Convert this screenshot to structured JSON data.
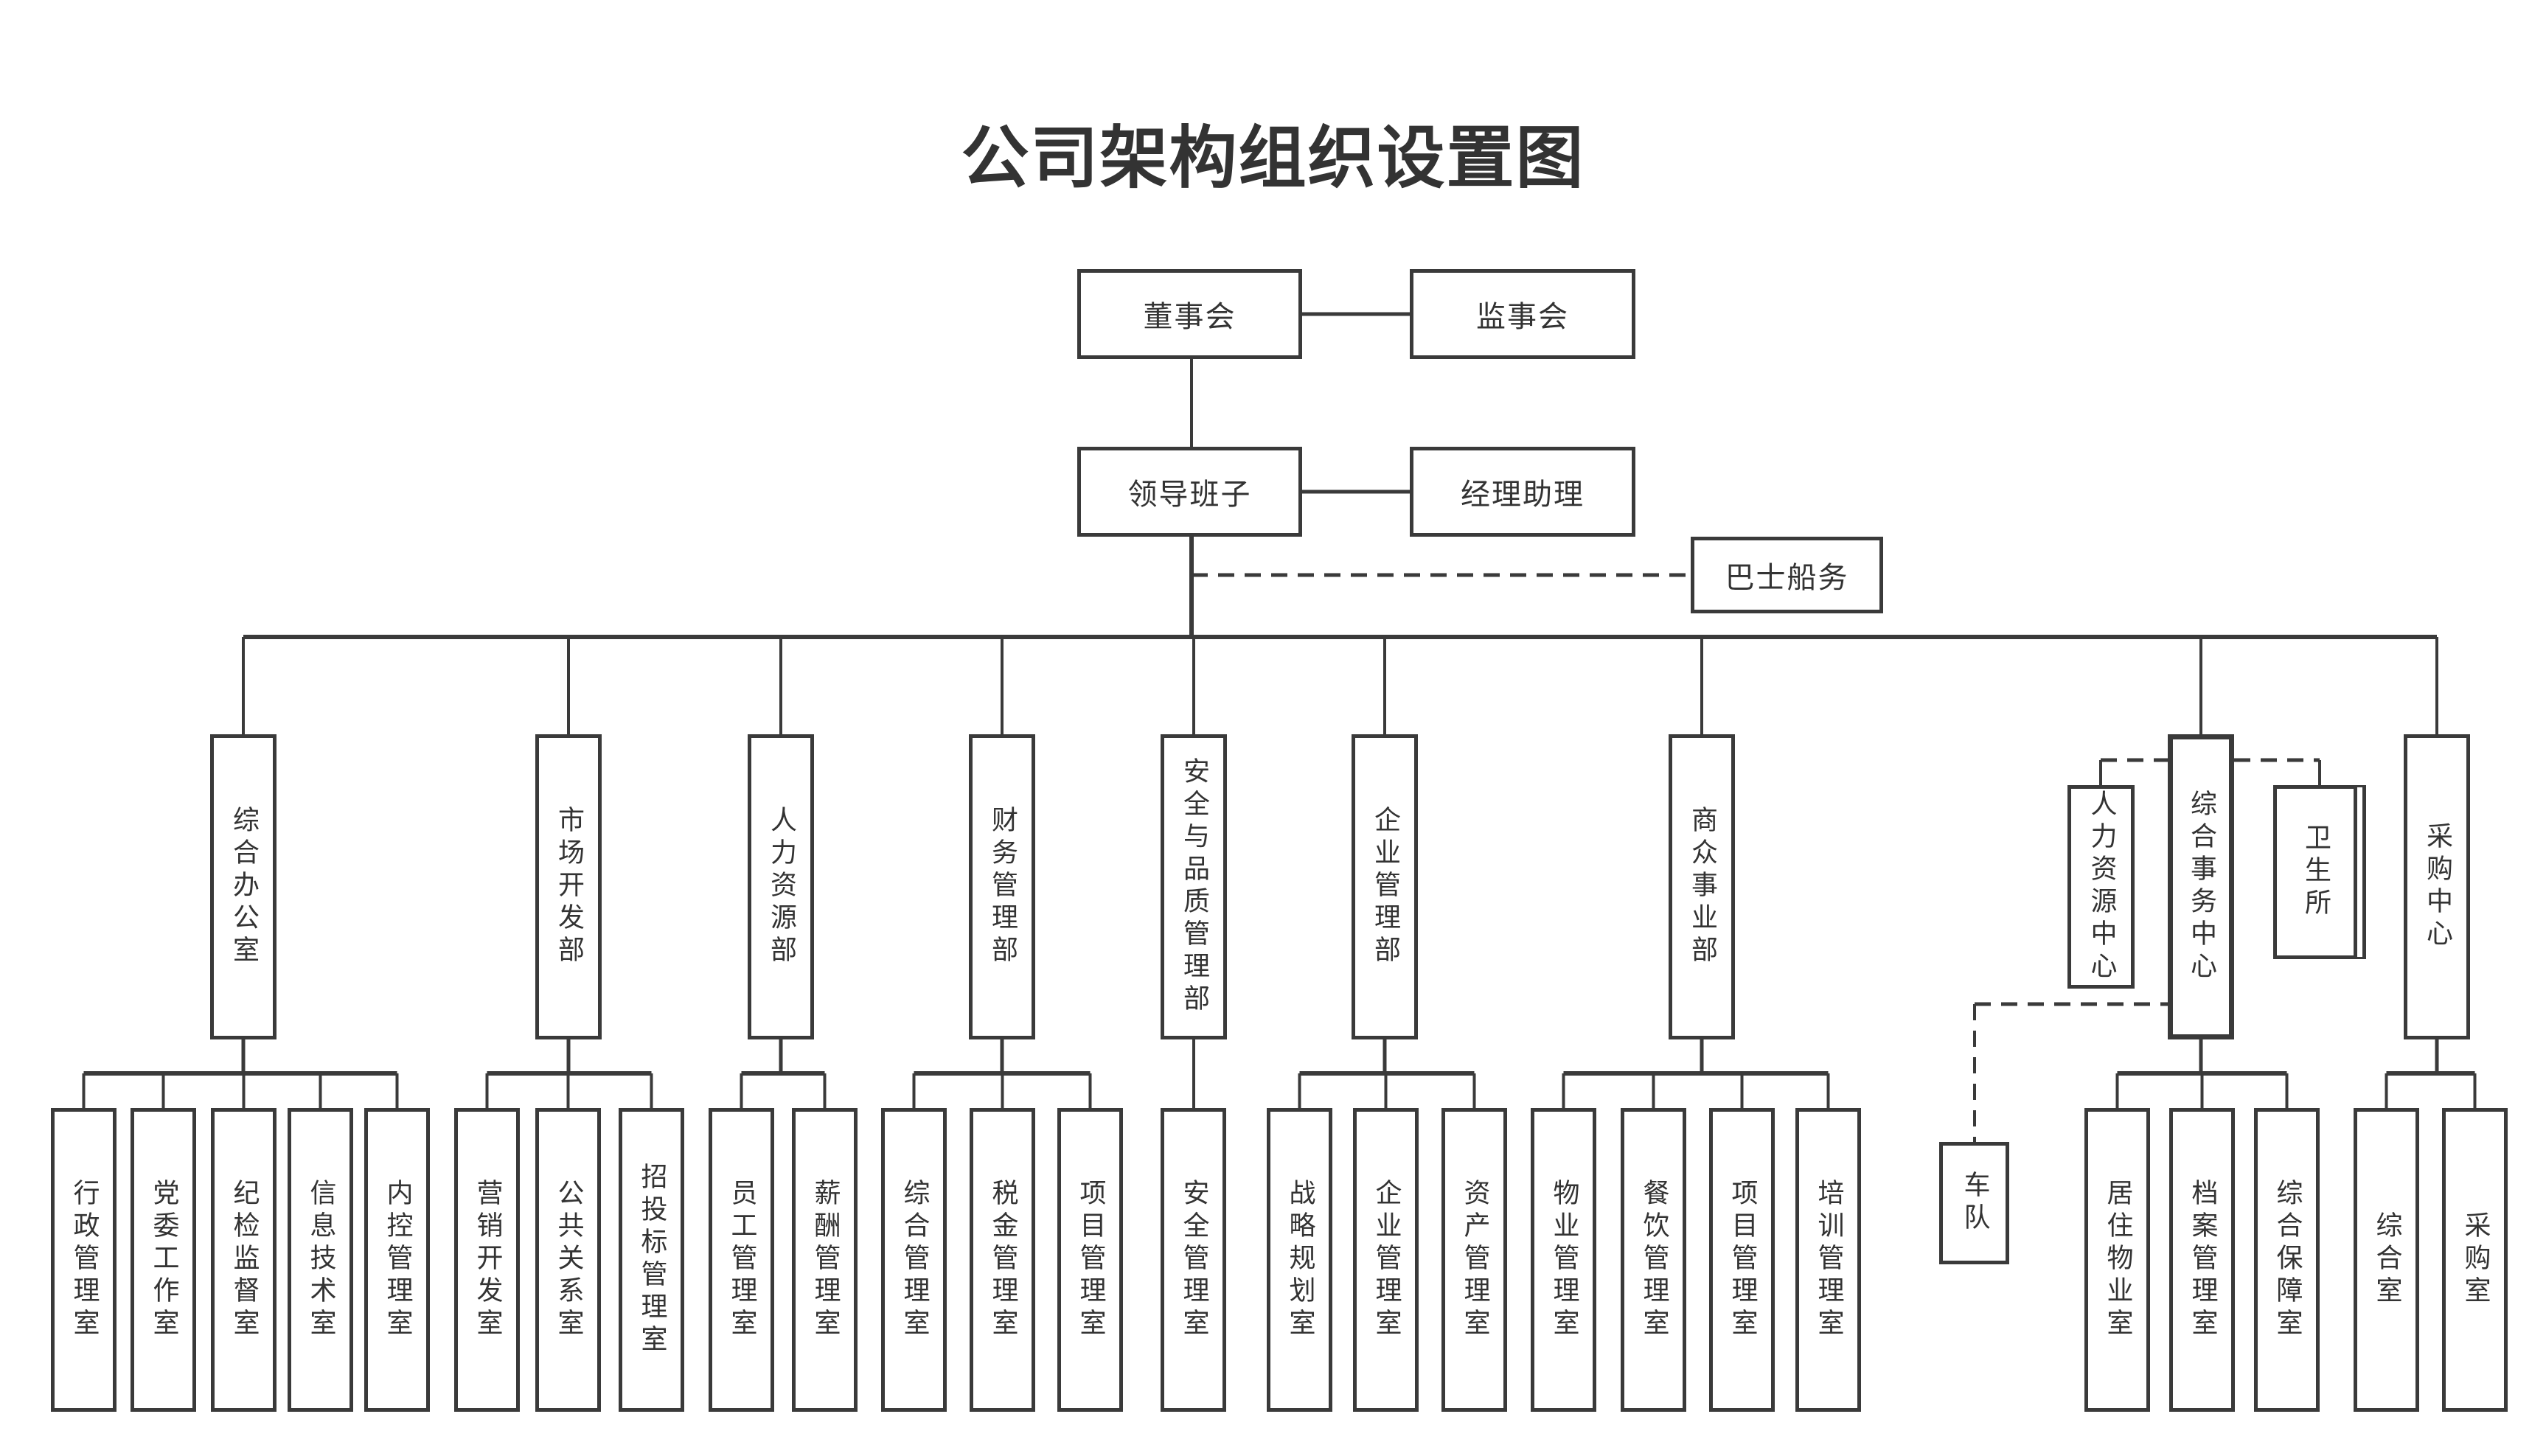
{
  "title": "公司架构组织设置图",
  "colors": {
    "line": "#3a3a3a",
    "text": "#333333",
    "background": "#ffffff"
  },
  "top": {
    "board": "董事会",
    "supervisors": "监事会",
    "leadership": "领导班子",
    "manager_assistant": "经理助理",
    "bus_shipping": "巴士船务"
  },
  "departments": [
    {
      "name": "综合办公室",
      "children": [
        "行政管理室",
        "党委工作室",
        "纪检监督室",
        "信息技术室",
        "内控管理室"
      ]
    },
    {
      "name": "市场开发部",
      "children": [
        "营销开发室",
        "公共关系室",
        "招投标管理室"
      ]
    },
    {
      "name": "人力资源部",
      "children": [
        "员工管理室",
        "薪酬管理室"
      ]
    },
    {
      "name": "财务管理部",
      "children": [
        "综合管理室",
        "税金管理室",
        "项目管理室"
      ]
    },
    {
      "name": "安全与品质管理部",
      "children": [
        "安全管理室"
      ]
    },
    {
      "name": "企业管理部",
      "children": [
        "战略规划室",
        "企业管理室",
        "资产管理室"
      ]
    },
    {
      "name": "商众事业部",
      "children": [
        "物业管理室",
        "餐饮管理室",
        "项目管理室",
        "培训管理室"
      ]
    },
    {
      "name": "综合事务中心",
      "children": [
        "居住物业室",
        "档案管理室",
        "综合保障室"
      ]
    },
    {
      "name": "采购中心",
      "children": [
        "综合室",
        "采购室"
      ]
    }
  ],
  "affiliates": {
    "hr_center": "人力资源中心",
    "clinic": "卫生所",
    "fleet": "车队"
  }
}
